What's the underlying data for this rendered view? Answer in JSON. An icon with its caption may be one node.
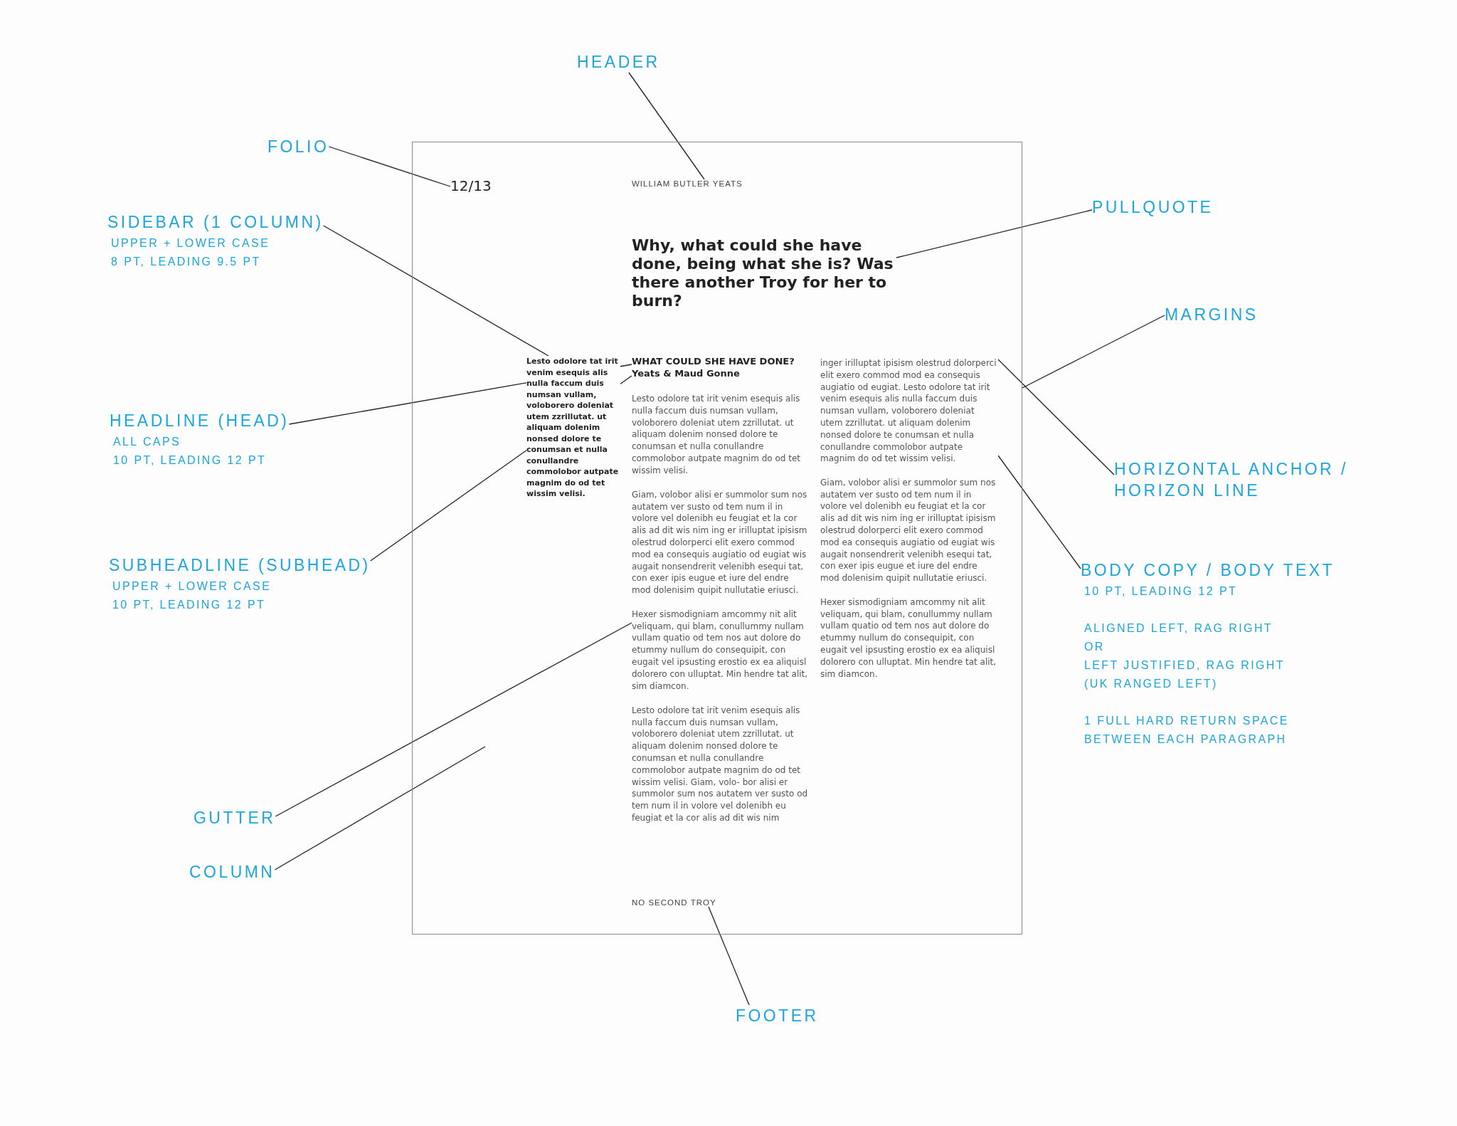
{
  "diagram": {
    "nodes": [
      {
        "text": [],
        "shape": "box"
      },
      {
        "text": [
          "12/13"
        ],
        "in": 0
      },
      {
        "text": [
          "WILLIAM BUTLER YEATS"
        ],
        "in": 0
      },
      {
        "text": [
          "Why, what could she have done, being what she is? Was there another Troy for her to burn?"
        ],
        "in": 0
      },
      {
        "text": [
          "Lesto odolore tat irit venim esequis alis nulla faccum duis numsan vullam, voloborero doleniat utem zzrillutat. ut aliquam dolenim nonsed dolore te conumsan et nulla conullandre commolobor autpate magnim do od tet wissim velisi."
        ],
        "in": 0
      },
      {
        "text": [
          "WHAT COULD SHE HAVE DONE?"
        ],
        "in": 0
      },
      {
        "text": [
          "Yeats & Maud Gonne"
        ],
        "in": 0
      },
      {
        "text": [
          "Lesto odolore tat irit venim esequis alis nulla faccum duis numsan vullam, voloborero doleniat utem zzrillutat. ut aliquam dolenim nonsed dolore te conumsan et nulla conullandre commolobor autpate magnim do od tet wissim velisi."
        ],
        "in": 0
      },
      {
        "text": [
          "Giam, volobor alisi er summolor sum nos autatem ver susto od tem num il in volore vel dolenibh eu feugiat et la cor alis ad dit wis nim ing er irilluptat ipisism olestrud dolorperci elit exero commod mod ea consequis augiatio od eugiat wis augait nonsendrerit velenibh esequi tat, con exer ipis eugue et iure del endre mod dolenisim quipit nullutatie eriusci."
        ],
        "in": 0
      },
      {
        "text": [
          "Hexer sismodigniam amcommy nit alit veliquam, qui blam, conullummy nullam vullam quatio od tem nos aut dolore do etummy nullum do consequipit, con eugait vel ipsusting erostio ex ea aliquisl dolorero con ulluptat. Min hendre tat alit, sim diamcon."
        ],
        "in": 0
      },
      {
        "text": [
          "Lesto odolore tat irit venim esequis alis nulla faccum duis numsan vullam, voloborero doleniat utem zzrillutat. ut aliquam dolenim nonsed dolore te conumsan et nulla conullandre commolobor autpate magnim do od tet wissim velisi. Giam, volo- bor alisi er summolor sum nos autatem ver susto od tem num il in volore vel dolenibh eu feugiat et la cor alis ad dit wis nim"
        ],
        "in": 0
      },
      {
        "text": [
          "inger irilluptat ipisism olestrud dolorperci elit exero commod mod ea consequis augiatio od eugiat. Lesto odolore tat irit venim esequis alis nulla faccum duis numsan vullam, voloborero doleniat utem zzrillutat. ut aliquam dolenim nonsed dolore te conumsan et nulla conullandre commolobor autpate magnim do od tet wissim velisi."
        ],
        "in": 0
      },
      {
        "text": [
          "Giam, volobor alisi er summolor sum nos autatem ver susto od tem num il in volore vel dolenibh eu feugiat et la cor alis ad dit wis nim ing er irilluptat ipisism olestrud dolorperci elit exero commod mod ea consequis augiatio od eugiat wis augait nonsendrerit velenibh esequi tat, con exer ipis eugue et iure del endre mod dolenisim quipit nullutatie eriusci."
        ],
        "in": 0
      },
      {
        "text": [
          "Hexer sismodigniam amcommy nit alit veliquam, qui blam, conullummy nullam vullam quatio od tem nos aut dolore do etummy nullum do consequipit, con eugait vel ipsusting erostio ex ea aliquisl dolorero con ulluptat. Min hendre tat alit, sim diamcon."
        ],
        "in": 0
      },
      {
        "text": [
          "NO SECOND TROY"
        ],
        "in": 0
      },
      {
        "text": [
          "HEADER"
        ]
      },
      {
        "text": [
          "FOLIO"
        ]
      },
      {
        "text": [
          "SIDEBAR (1 COLUMN)",
          "UPPER + LOWER CASE",
          "8 PT, LEADING 9.5 PT"
        ]
      },
      {
        "text": [
          "PULLQUOTE"
        ]
      },
      {
        "text": [
          "MARGINS"
        ]
      },
      {
        "text": [
          "HEADLINE (HEAD)",
          "ALL CAPS",
          "10 PT, LEADING 12 PT"
        ]
      },
      {
        "text": [
          "HORIZONTAL ANCHOR / HORIZON LINE"
        ]
      },
      {
        "text": [
          "BODY COPY / BODY TEXT",
          "10 PT, LEADING 12 PT",
          "ALIGNED LEFT, RAG RIGHT",
          "OR",
          "LEFT JUSTIFIED, RAG RIGHT",
          "(UK RANGED LEFT)",
          "1 FULL HARD RETURN SPACE BETWEEN EACH PARAGRAPH"
        ]
      },
      {
        "text": [
          "SUBHEADLINE (SUBHEAD)",
          "UPPER + LOWER CASE",
          "10 PT, LEADING 12 PT"
        ]
      },
      {
        "text": [
          "GUTTER"
        ]
      },
      {
        "text": [
          "COLUMN"
        ]
      },
      {
        "text": [
          "FOOTER"
        ]
      }
    ],
    "edges": [
      {
        "from": 15,
        "to": 2,
        "arrow": "none"
      },
      {
        "from": 16,
        "to": 1,
        "arrow": "none"
      },
      {
        "from": 17,
        "to": 4,
        "arrow": "none"
      },
      {
        "from": 18,
        "to": 3,
        "arrow": "none"
      },
      {
        "from": 19,
        "to": 0,
        "arrow": "none"
      },
      {
        "from": 20,
        "to": 5,
        "arrow": "none"
      },
      {
        "from": 21,
        "to": 11,
        "arrow": "none"
      },
      {
        "from": 22,
        "to": 11,
        "arrow": "none"
      },
      {
        "from": 23,
        "to": 6,
        "arrow": "none"
      },
      {
        "from": 24,
        "to": 9,
        "arrow": "none"
      },
      {
        "from": 25,
        "to": null,
        "arrow": "none"
      },
      {
        "from": 26,
        "to": 14,
        "arrow": "none"
      }
    ]
  }
}
